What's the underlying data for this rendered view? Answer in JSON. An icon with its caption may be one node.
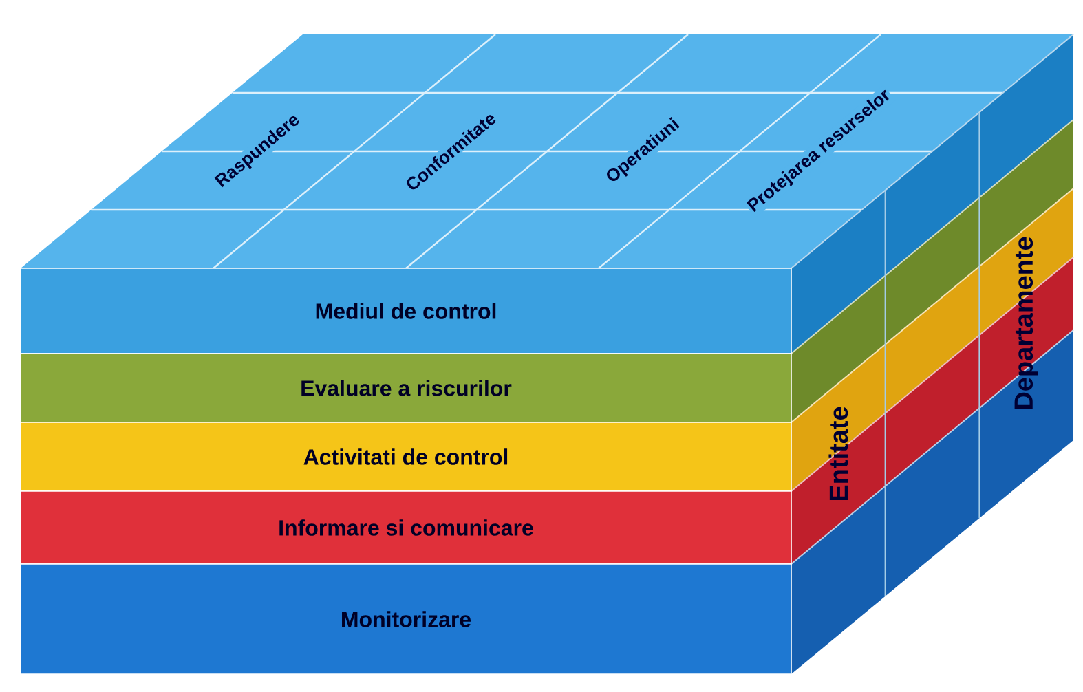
{
  "diagram": {
    "nodes": [
      {
        "text": [
          "Mediul de control"
        ]
      },
      {
        "text": [
          "Evaluare a riscurilor"
        ]
      },
      {
        "text": [
          "Activitati de control"
        ]
      },
      {
        "text": [
          "Informare si comunicare"
        ]
      },
      {
        "text": [
          "Monitorizare"
        ]
      }
    ],
    "labels": [
      "Raspundere",
      "Conformitate",
      "Operatiuni",
      "Protejarea resurselor",
      "Entitate",
      "Departamente"
    ]
  }
}
